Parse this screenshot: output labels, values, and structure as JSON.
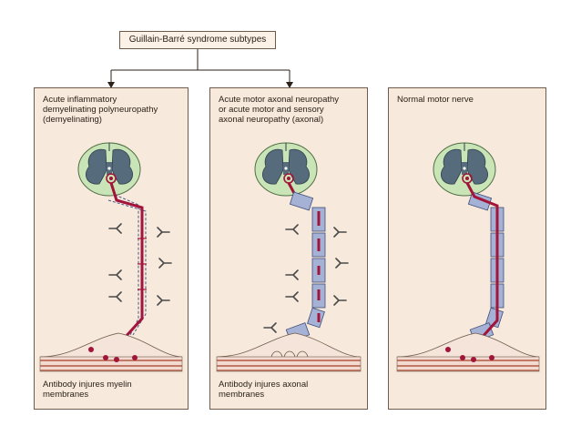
{
  "header": {
    "title": "Guillain-Barré syndrome subtypes"
  },
  "panels": [
    {
      "title": "Acute inflammatory\ndemyelinating polyneuropathy\n(demyelinating)",
      "caption": "Antibody injures myelin\nmembranes"
    },
    {
      "title": "Acute motor axonal neuropathy\nor acute motor and sensory\naxonal neuropathy (axonal)",
      "caption": "Antibody injures axonal\nmembranes"
    },
    {
      "title": "Normal motor nerve",
      "caption": ""
    }
  ],
  "colors": {
    "panel_bg": "#f7eadc",
    "panel_border": "#6f5c4c",
    "cord_outer": "#c9e4b6",
    "cord_gray": "#566c7c",
    "axon": "#a3143a",
    "myelin": "#a5b2d6",
    "muscle": "#c27a66"
  }
}
